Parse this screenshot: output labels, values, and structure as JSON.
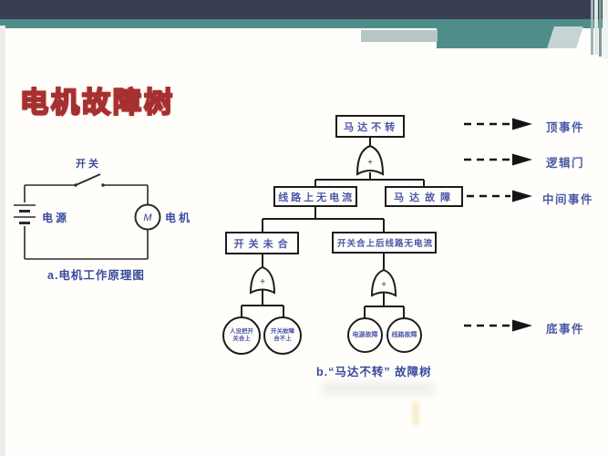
{
  "slide": {
    "title": "电机故障树"
  },
  "circuit": {
    "switch_label": "开关",
    "power_label": "电源",
    "motor_label": "电机",
    "motor_symbol": "M",
    "caption": "a.电机工作原理图"
  },
  "fault_tree": {
    "gate_symbol": "+",
    "top_event": "马达不转",
    "intermediate": {
      "no_current": "线路上无电流",
      "motor_fault": "马达故障",
      "switch_open": "开关未合",
      "no_current_after_close": "开关合上后线路无电流"
    },
    "basic": {
      "b1_line1": "人没把开",
      "b1_line2": "关合上",
      "b2_line1": "开关故障",
      "b2_line2": "合不上",
      "b3": "电源故障",
      "b4": "线路故障"
    },
    "caption": "b.“马达不转” 故障树"
  },
  "legend": {
    "items": [
      {
        "label": "顶事件"
      },
      {
        "label": "逻辑门"
      },
      {
        "label": "中间事件"
      },
      {
        "label": "底事件"
      }
    ]
  },
  "colors": {
    "header_dark": "#3a3e53",
    "header_teal": "#4e8d89",
    "title_red": "#a63030",
    "text_blue": "#4b55a8",
    "line_dark": "#1c1c1c"
  }
}
